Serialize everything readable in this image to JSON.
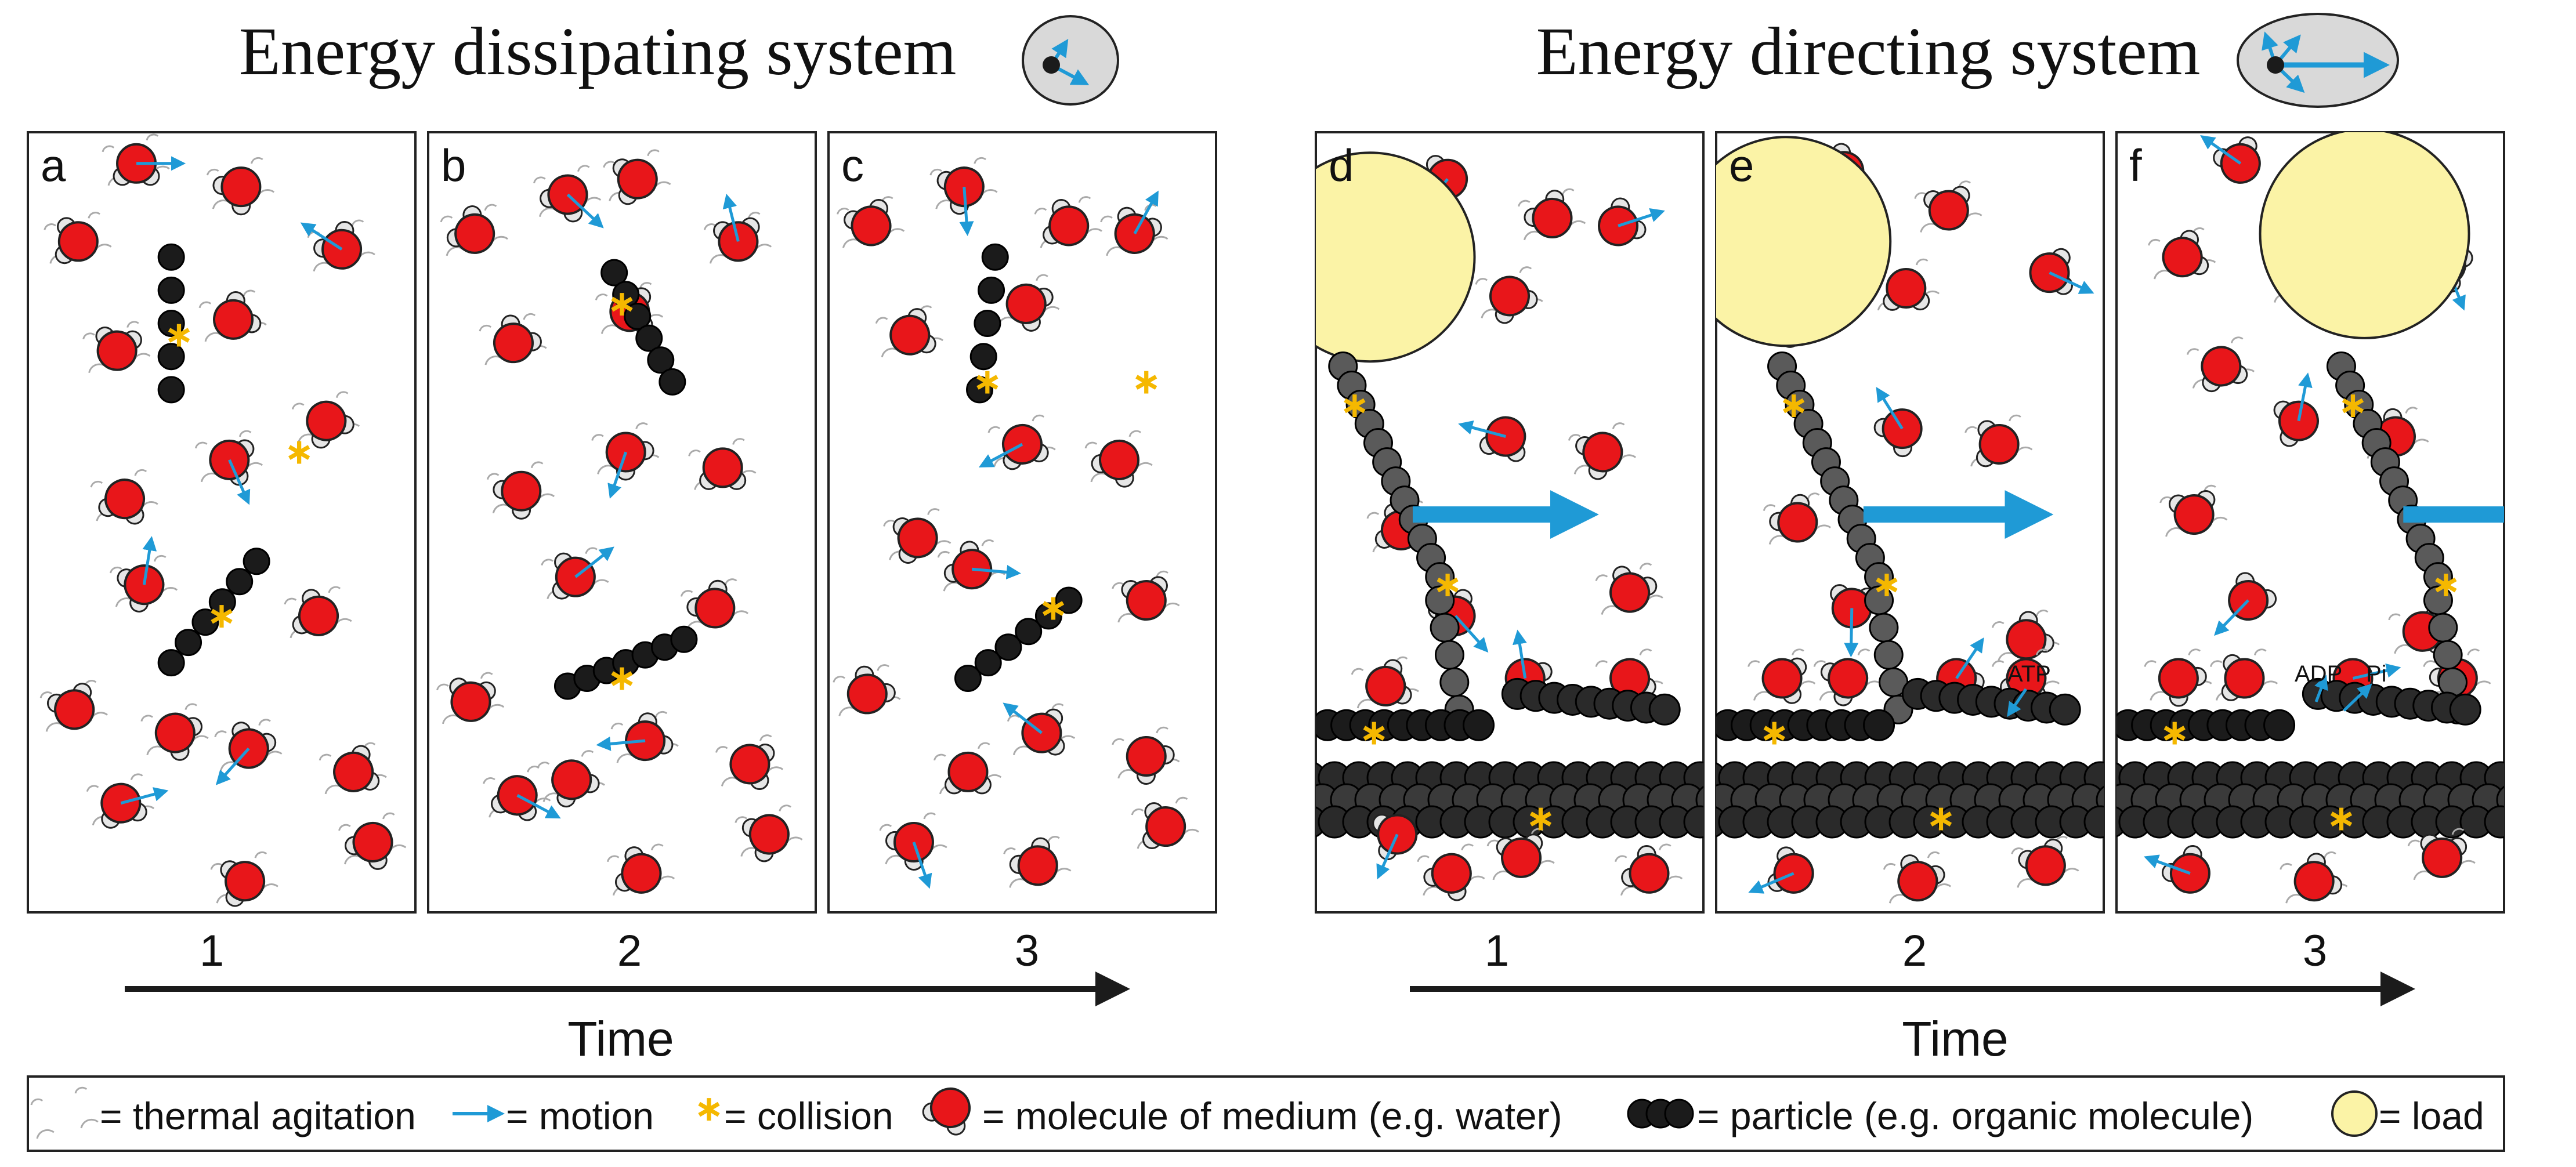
{
  "titles": {
    "left": "Energy dissipating system",
    "right": "Energy directing system"
  },
  "panels": [
    {
      "letter": "a"
    },
    {
      "letter": "b"
    },
    {
      "letter": "c"
    },
    {
      "letter": "d"
    },
    {
      "letter": "e"
    },
    {
      "letter": "f"
    }
  ],
  "timeline": {
    "left": {
      "steps": [
        "1",
        "2",
        "3"
      ],
      "label": "Time"
    },
    "right": {
      "steps": [
        "1",
        "2",
        "3"
      ],
      "label": "Time"
    }
  },
  "annotations": {
    "atp": "ATP",
    "adp": "ADP",
    "pi": "Pi"
  },
  "legend": {
    "thermal": "= thermal agitation",
    "motion": "= motion",
    "collision": "= collision",
    "medium": "= molecule of medium (e.g. water)",
    "particle": "= particle (e.g. organic molecule)",
    "load": "= load"
  },
  "colors": {
    "water_red": "#e8161a",
    "particle_black": "#1b1b1b",
    "particle_grey": "#5a5a5a",
    "arrow_blue": "#1f9ad6",
    "collision_yellow": "#f5b800",
    "load_yellow": "#fbf3a6",
    "icon_grey": "#d9d9d9"
  }
}
